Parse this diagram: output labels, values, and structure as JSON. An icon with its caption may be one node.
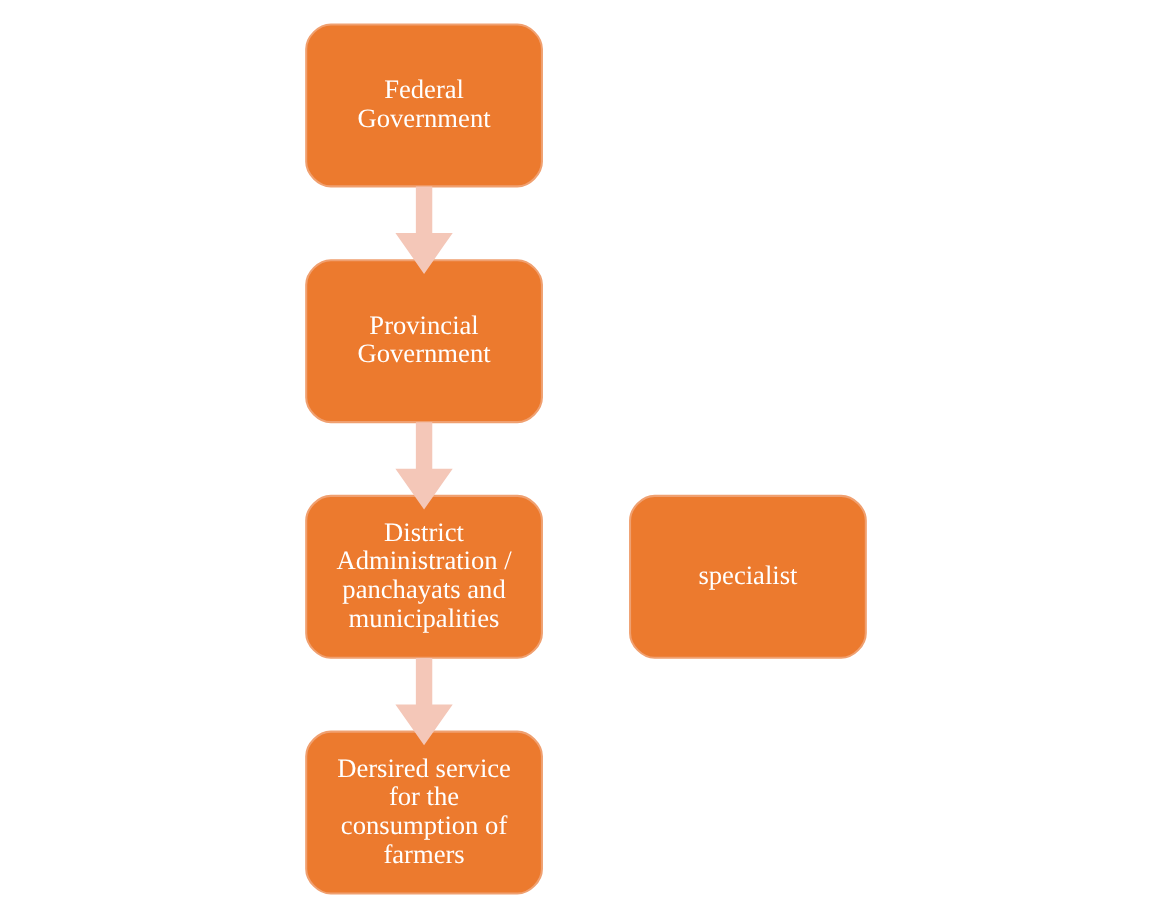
{
  "diagram": {
    "nodes": [
      {
        "text": [
          "Federal Government"
        ]
      },
      {
        "text": [
          "Provincial Government"
        ]
      },
      {
        "text": [
          "District Administration / panchayats and municipalities"
        ]
      },
      {
        "text": [
          "specialist"
        ]
      },
      {
        "text": [
          "Dersired service for the consumption of farmers"
        ]
      }
    ],
    "edges": [
      {
        "from": 0,
        "to": 1,
        "arrow": "to"
      },
      {
        "from": 1,
        "to": 2,
        "arrow": "to"
      },
      {
        "from": 2,
        "to": 4,
        "arrow": "to"
      }
    ]
  }
}
